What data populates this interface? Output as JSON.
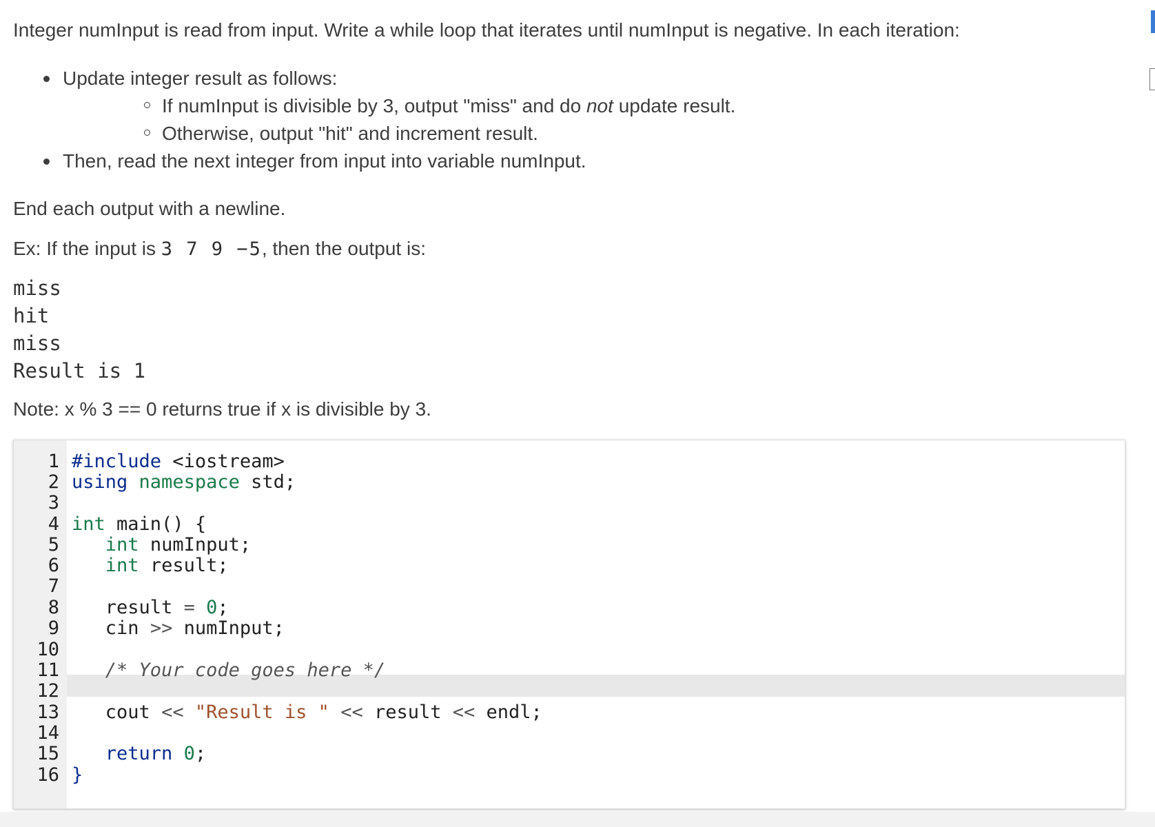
{
  "intro": "Integer numInput is read from input. Write a while loop that iterates until numInput is negative. In each iteration:",
  "bullets": {
    "b1": "Update integer result as follows:",
    "b1_sub1_before": "If numInput is divisible by 3, output \"miss\" and do ",
    "b1_sub1_em": "not",
    "b1_sub1_after": " update result.",
    "b1_sub2": "Otherwise, output \"hit\" and increment result.",
    "b2": "Then, read the next integer from input into variable numInput."
  },
  "end_note": "End each output with a newline.",
  "example": {
    "before": "Ex: If the input is ",
    "input": "3 7 9 −5",
    "after": ", then the output is:"
  },
  "output_lines": [
    "miss",
    "hit",
    "miss",
    "Result is 1"
  ],
  "note": "Note: x % 3 == 0 returns true if x is divisible by 3.",
  "code": {
    "l1_pre": "#include",
    "l1_rest": " <iostream>",
    "l2_kw": "using",
    "l2_ns": "namespace",
    "l2_rest": " std;",
    "l4_type": "int",
    "l4_rest": " main() {",
    "l5_type": "int",
    "l5_rest": " numInput;",
    "l6_type": "int",
    "l6_rest": " result;",
    "l8_a": "result ",
    "l8_op": "=",
    "l8_num": "0",
    "l8_end": ";",
    "l9_a": "cin ",
    "l9_op": ">>",
    "l9_b": " numInput;",
    "l11_comment": "/* Your code goes here */",
    "l13_a": "cout ",
    "l13_op1": "<<",
    "l13_str": "\"Result is \"",
    "l13_op2": "<<",
    "l13_b": " result ",
    "l13_op3": "<<",
    "l13_c": " endl;",
    "l15_kw": "return",
    "l15_num": "0",
    "l15_end": ";",
    "l16": "}"
  },
  "line_numbers": [
    "1",
    "2",
    "3",
    "4",
    "5",
    "6",
    "7",
    "8",
    "9",
    "10",
    "11",
    "12",
    "13",
    "14",
    "15",
    "16"
  ]
}
